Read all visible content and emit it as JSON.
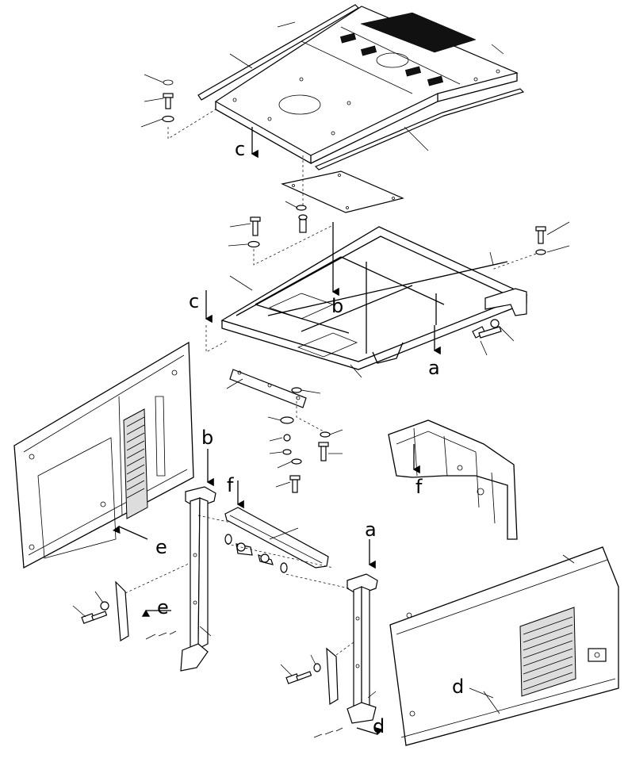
{
  "callouts": {
    "a_frame": "a",
    "a_post": "a",
    "b_mid": "b",
    "b_post": "b",
    "c_top": "c",
    "c_left": "c",
    "d_cover": "d",
    "d_bottom": "d",
    "e_panel": "e",
    "e_bottom": "e",
    "f_bar": "f",
    "f_bracket": "f"
  },
  "icons": {
    "arrow": "down-arrow-icon",
    "bolt": "bolt-icon",
    "washer": "washer-icon"
  },
  "colors": {
    "line": "#000000",
    "background": "#ffffff"
  }
}
